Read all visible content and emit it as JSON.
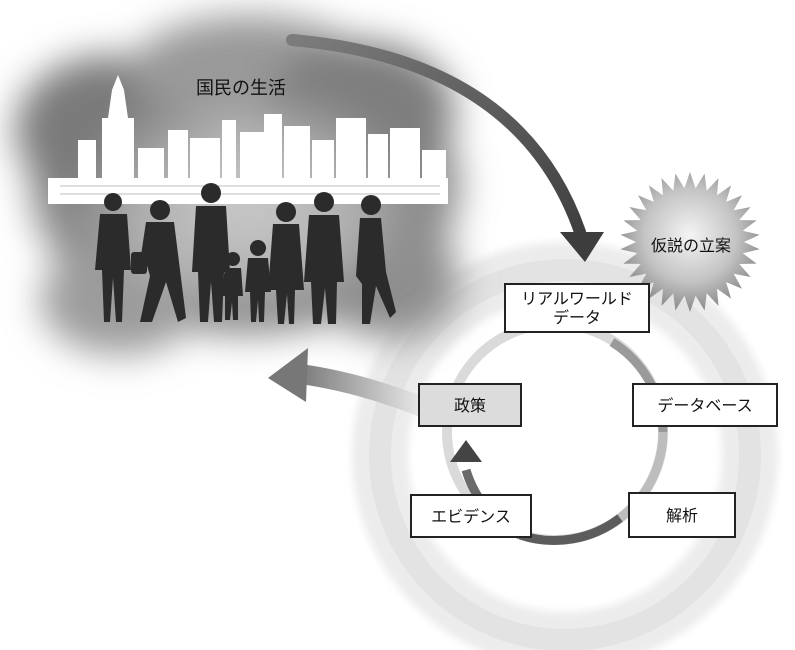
{
  "cloud_label": "国民の生活",
  "burst_label": "仮説の立案",
  "cycle": {
    "real_world_data": [
      "リアルワールド",
      "データ"
    ],
    "database": "データベース",
    "analysis": "解析",
    "evidence": "エビデンス",
    "policy": "政策"
  },
  "colors": {
    "silhouette": "#2b2b2b",
    "cloud": "#8a8a8a",
    "arrow": "#6e6e6e",
    "ring": "#e6e6e6",
    "policy_box": "#dcdcdc"
  }
}
